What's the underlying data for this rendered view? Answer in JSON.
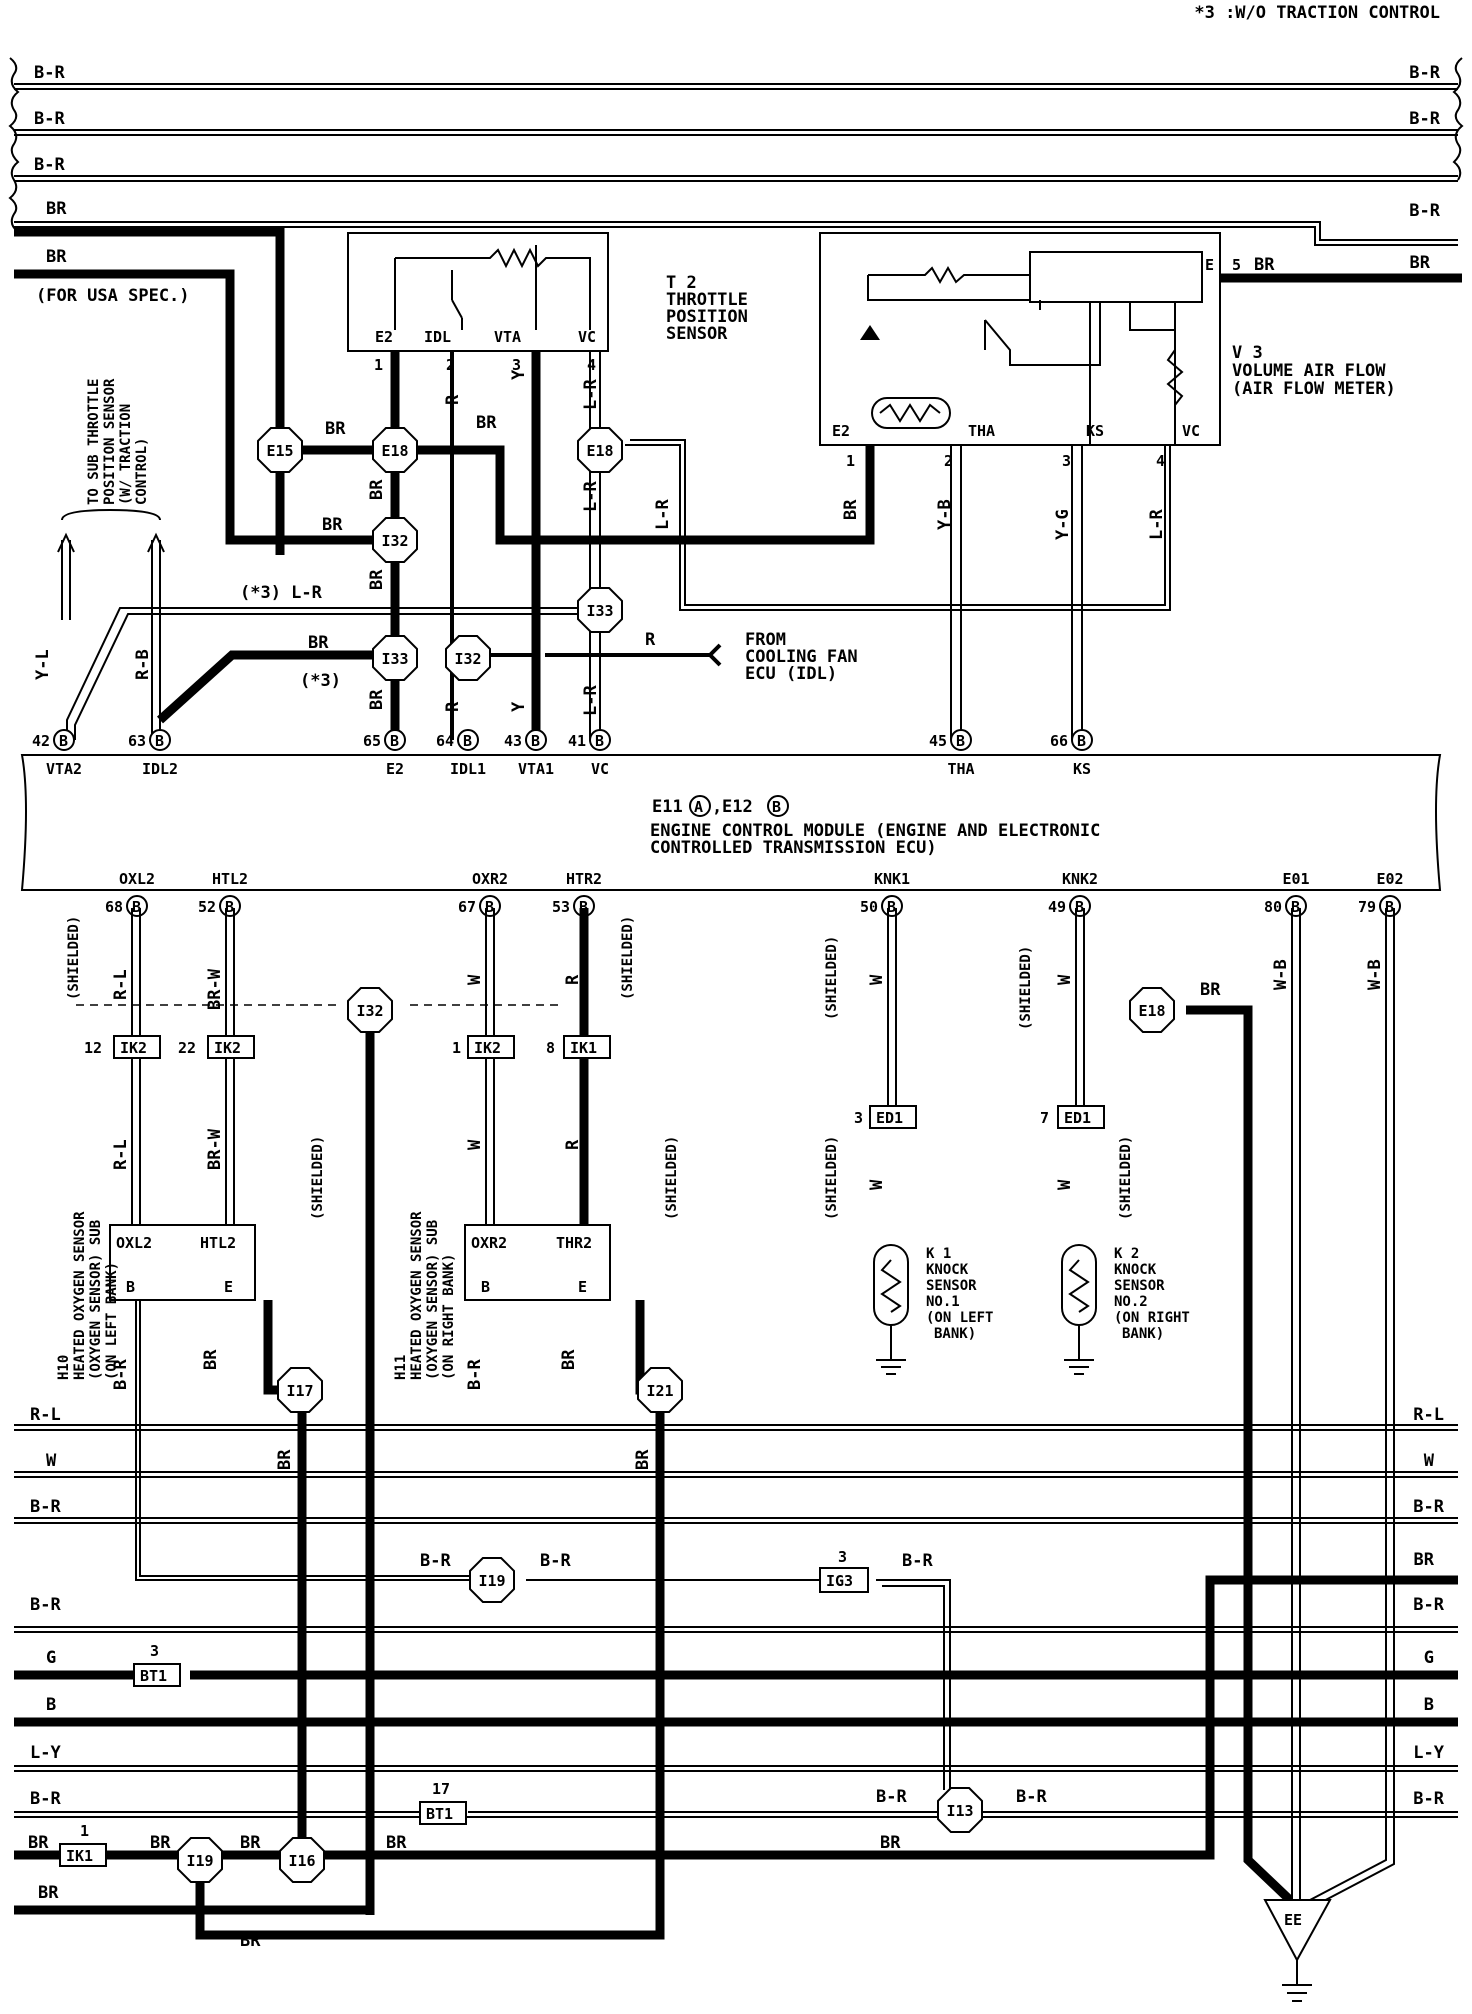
{
  "header_note": "*3 :W/O TRACTION CONTROL",
  "top_bus": [
    {
      "left": "B-R",
      "right": "B-R"
    },
    {
      "left": "B-R",
      "right": "B-R"
    },
    {
      "left": "B-R",
      "right": ""
    },
    {
      "left": "BR",
      "right": "B-R"
    },
    {
      "left": "BR",
      "right": "BR"
    }
  ],
  "for_usa": "(FOR USA SPEC.)",
  "sub_throttle_note": [
    "TO SUB THROTTLE",
    "POSITION SENSOR",
    "(W/ TRACTION",
    "CONTROL)"
  ],
  "t2": {
    "title": [
      "T 2",
      "THROTTLE",
      "POSITION",
      "SENSOR"
    ],
    "pins": [
      "E2",
      "IDL",
      "VTA",
      "VC"
    ],
    "nums": [
      "1",
      "2",
      "3",
      "4"
    ]
  },
  "v3": {
    "title": [
      "V 3",
      "VOLUME AIR FLOW",
      "(AIR FLOW METER)"
    ],
    "pins": [
      "E2",
      "THA",
      "KS",
      "VC"
    ],
    "nums": [
      "1",
      "2",
      "3",
      "4"
    ],
    "e_pin": "E",
    "e_num": "5",
    "e_wire": "BR"
  },
  "from_fan": [
    "FROM",
    "COOLING FAN",
    "ECU (IDL)"
  ],
  "wire_labels": {
    "br": "BR",
    "r": "R",
    "y": "Y",
    "lr": "L-R",
    "yb": "Y-B",
    "yg": "Y-G",
    "yl": "Y-L",
    "rb": "R-B",
    "star3": "(*3)",
    "star3lr": "(*3) L-R",
    "w": "W",
    "rl": "R-L",
    "brw": "BR-W",
    "wb": "W-B",
    "br_r": "B-R"
  },
  "ecm": {
    "title": "E11 A, E12 B",
    "e11": "E11",
    "e12": "E12",
    "a": "A",
    "b": "B",
    "desc1": "ENGINE CONTROL MODULE (ENGINE AND ELECTRONIC",
    "desc2": "CONTROLLED TRANSMISSION ECU)"
  },
  "ecm_top_pins": [
    {
      "num": "42",
      "name": "VTA2"
    },
    {
      "num": "63",
      "name": "IDL2"
    },
    {
      "num": "65",
      "name": "E2"
    },
    {
      "num": "64",
      "name": "IDL1"
    },
    {
      "num": "43",
      "name": "VTA1"
    },
    {
      "num": "41",
      "name": "VC"
    },
    {
      "num": "45",
      "name": "THA"
    },
    {
      "num": "66",
      "name": "KS"
    }
  ],
  "ecm_bottom_pins": [
    {
      "num": "68",
      "name": "OXL2"
    },
    {
      "num": "52",
      "name": "HTL2"
    },
    {
      "num": "67",
      "name": "OXR2"
    },
    {
      "num": "53",
      "name": "HTR2"
    },
    {
      "num": "50",
      "name": "KNK1"
    },
    {
      "num": "49",
      "name": "KNK2"
    },
    {
      "num": "80",
      "name": "E01"
    },
    {
      "num": "79",
      "name": "E02"
    }
  ],
  "pin_letter": "B",
  "connectors": {
    "e15": "E15",
    "e18": "E18",
    "i32": "I32",
    "i33": "I33",
    "i17": "I17",
    "i21": "I21",
    "i19": "I19",
    "i16": "I16",
    "i13": "I13",
    "ik2": "IK2",
    "ik1": "IK1",
    "ed1": "ED1",
    "ig3": "IG3",
    "bt1": "BT1",
    "ee": "EE"
  },
  "conn_pins": {
    "p12": "12",
    "p22": "22",
    "p1": "1",
    "p8": "8",
    "p3": "3",
    "p7": "7",
    "p17": "17",
    "p2": "2",
    "p4": "4"
  },
  "shielded": "(SHIELDED)",
  "h10": {
    "pins": [
      "OXL2",
      "HTL2",
      "B",
      "E"
    ],
    "title": [
      "H10",
      "HEATED OXYGEN SENSOR",
      "(OXYGEN SENSOR) SUB",
      "(ON LEFT BANK)"
    ]
  },
  "h11": {
    "pins": [
      "OXR2",
      "THR2",
      "B",
      "E"
    ],
    "title": [
      "H11",
      "HEATED OXYGEN SENSOR",
      "(OXYGEN SENSOR) SUB",
      "(ON RIGHT BANK)"
    ]
  },
  "k1": {
    "title": [
      "K 1",
      "KNOCK",
      "SENSOR",
      "NO.1",
      "(ON LEFT",
      "BANK)"
    ]
  },
  "k2": {
    "title": [
      "K 2",
      "KNOCK",
      "SENSOR",
      "NO.2",
      "(ON RIGHT",
      "BANK)"
    ]
  },
  "bottom_bus": [
    {
      "left": "R-L",
      "right": "R-L"
    },
    {
      "left": "W",
      "right": "W"
    },
    {
      "left": "B-R",
      "right": "B-R"
    },
    {
      "left": "",
      "right": "BR"
    },
    {
      "left": "B-R",
      "right": "B-R"
    },
    {
      "left": "G",
      "right": "G"
    },
    {
      "left": "B",
      "right": "B"
    },
    {
      "left": "L-Y",
      "right": "L-Y"
    },
    {
      "left": "B-R",
      "right": "B-R"
    },
    {
      "left": "BR",
      "right": ""
    },
    {
      "left": "BR",
      "right": ""
    }
  ]
}
